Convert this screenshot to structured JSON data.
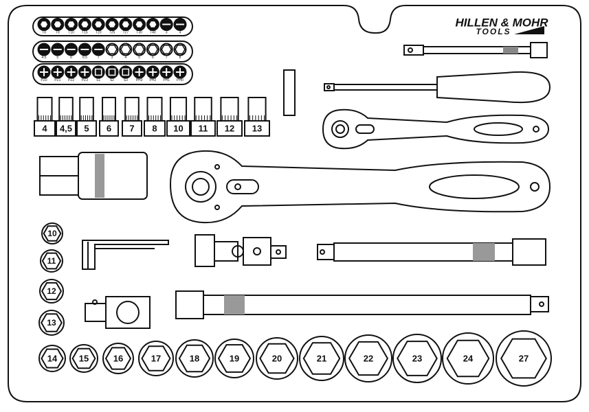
{
  "brand": {
    "line1": "HILLEN & MOHR",
    "line2": "TOOLS"
  },
  "bit_rows": [
    {
      "bits": [
        {
          "t": "torx",
          "l": "T8"
        },
        {
          "t": "torx",
          "l": "T9"
        },
        {
          "t": "torx",
          "l": "T10"
        },
        {
          "t": "torx",
          "l": "T15"
        },
        {
          "t": "torx",
          "l": "T20"
        },
        {
          "t": "torx",
          "l": "T25"
        },
        {
          "t": "torx",
          "l": "T27"
        },
        {
          "t": "torx",
          "l": "T30"
        },
        {
          "t": "torx",
          "l": "T40"
        },
        {
          "t": "slot",
          "l": "3"
        },
        {
          "t": "slot",
          "l": "4"
        }
      ]
    },
    {
      "bits": [
        {
          "t": "slot",
          "l": "4.5"
        },
        {
          "t": "slot",
          "l": "5"
        },
        {
          "t": "slot",
          "l": "6"
        },
        {
          "t": "slot",
          "l": "6.5"
        },
        {
          "t": "slot",
          "l": "7"
        },
        {
          "t": "hex",
          "l": "3"
        },
        {
          "t": "hex",
          "l": "4"
        },
        {
          "t": "hex",
          "l": "5"
        },
        {
          "t": "hex",
          "l": "6"
        },
        {
          "t": "hex",
          "l": "7"
        },
        {
          "t": "hex",
          "l": "8"
        }
      ]
    },
    {
      "bits": [
        {
          "t": "cross",
          "l": "PZ0"
        },
        {
          "t": "cross",
          "l": "PZ1"
        },
        {
          "t": "cross",
          "l": "PZ2"
        },
        {
          "t": "cross",
          "l": "PZ3"
        },
        {
          "t": "square",
          "l": "S1"
        },
        {
          "t": "square",
          "l": "S2"
        },
        {
          "t": "square",
          "l": "S3"
        },
        {
          "t": "cross",
          "l": "PH3"
        },
        {
          "t": "cross",
          "l": "PH2"
        },
        {
          "t": "cross",
          "l": "PH1"
        },
        {
          "t": "cross",
          "l": "PH0"
        }
      ]
    }
  ],
  "small_sockets": [
    "4",
    "4,5",
    "5",
    "6",
    "7",
    "8",
    "10",
    "11",
    "12",
    "13"
  ],
  "side_sockets": [
    "10",
    "11",
    "12",
    "13"
  ],
  "bottom_sockets": [
    "14",
    "15",
    "16",
    "17",
    "18",
    "19",
    "20",
    "21",
    "22",
    "23",
    "24",
    "27"
  ]
}
